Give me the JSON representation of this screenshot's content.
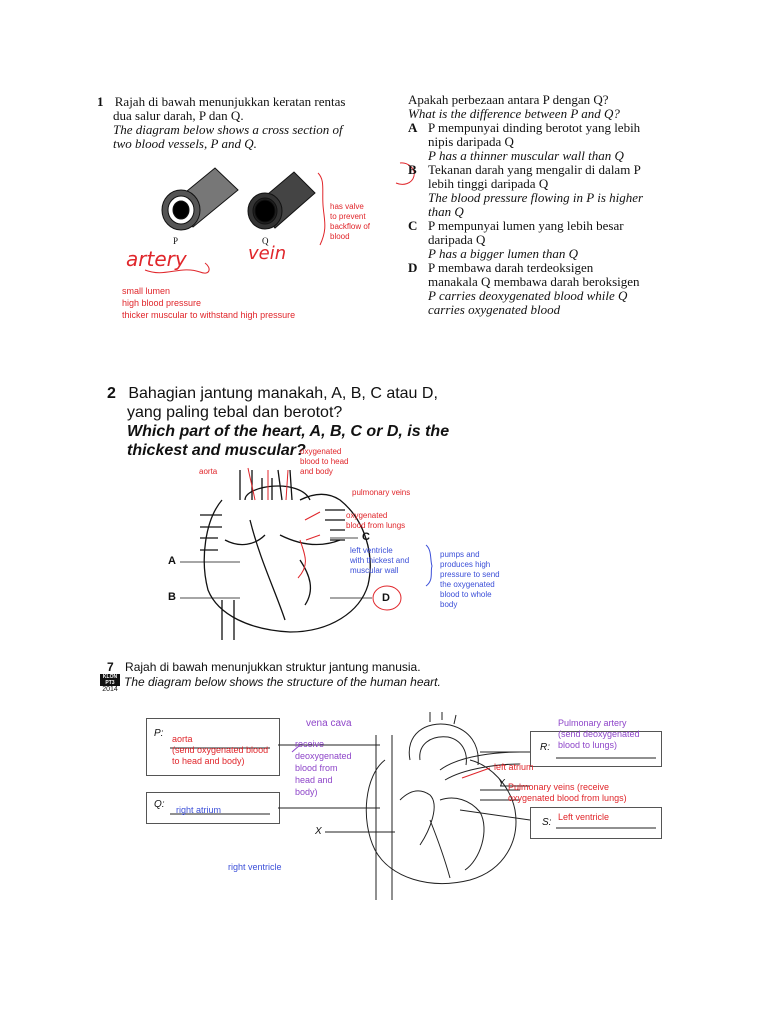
{
  "q1": {
    "number": "1",
    "stem_ms_1": "Rajah di bawah menunjukkan keratan rentas",
    "stem_ms_2": "dua salur darah, P dan Q.",
    "stem_en_1": "The diagram below shows a cross section of",
    "stem_en_2": "two blood vessels, P and Q.",
    "label_p": "P",
    "label_q": "Q",
    "hand_artery": "artery",
    "hand_vein": "vein",
    "note_valve": [
      "has valve",
      "to prevent",
      "backflow of",
      "blood"
    ],
    "note_artery": [
      "small lumen",
      "high blood pressure",
      "thicker muscular to withstand high pressure"
    ],
    "question_ms": "Apakah perbezaan antara P dengan Q?",
    "question_en": "What is the difference between P and Q?",
    "options": [
      {
        "letter": "A",
        "ms_1": "P mempunyai dinding berotot yang lebih",
        "ms_2": "nipis daripada Q",
        "en_1": "P has a thinner muscular wall than Q",
        "en_2": ""
      },
      {
        "letter": "B",
        "ms_1": "Tekanan darah yang mengalir di dalam P",
        "ms_2": "lebih tinggi daripada Q",
        "en_1": "The blood pressure flowing in P is higher",
        "en_2": "than Q"
      },
      {
        "letter": "C",
        "ms_1": "P mempunyai lumen yang lebih besar",
        "ms_2": "daripada Q",
        "en_1": "P has a bigger lumen than Q",
        "en_2": ""
      },
      {
        "letter": "D",
        "ms_1": "P membawa darah terdeoksigen",
        "ms_2": "manakala Q membawa darah beroksigen",
        "en_1": "P carries deoxygenated blood while Q",
        "en_2": "carries oxygenated blood"
      }
    ]
  },
  "q2": {
    "number": "2",
    "stem_ms_1": "Bahagian jantung manakah, A, B, C atau D,",
    "stem_ms_2": "yang paling tebal dan berotot?",
    "stem_en_1": "Which part of the heart, A, B, C or D, is the",
    "stem_en_2": "thickest and muscular?",
    "label_a": "A",
    "label_b": "B",
    "label_c": "C",
    "label_d": "D",
    "ann_oxy_head": [
      "oxygenated",
      "blood to head",
      "and body"
    ],
    "ann_aorta": "aorta",
    "ann_pulm_veins": "pulmonary veins",
    "ann_oxy_lungs": [
      "oxygenated",
      "blood from lungs"
    ],
    "ann_left_ventricle": [
      "left ventricle",
      "with thickest and",
      "muscular wall"
    ],
    "ann_pumps": [
      "pumps and",
      "produces high",
      "pressure to send",
      "the oxygenated",
      "blood to whole",
      "body"
    ]
  },
  "q7": {
    "number": "7",
    "badge_top": "KLON",
    "badge_mid": "PT3",
    "badge_year": "2014",
    "stem_ms": "Rajah di bawah menunjukkan struktur jantung manusia.",
    "stem_en": "The diagram below shows the structure of the human heart.",
    "p_label": "P:",
    "p_answer": "aorta",
    "p_note": [
      "(send oxygenated blood",
      "to head and body)"
    ],
    "q_label": "Q:",
    "q_answer": "right atrium",
    "r_label": "R:",
    "r_answer": "Pulmonary artery",
    "r_note": [
      "(send deoxygenated",
      "blood to lungs)"
    ],
    "s_label": "S:",
    "s_answer": "Left ventricle",
    "x_label": "X",
    "y_label": "Y",
    "vena_cava": "vena cava",
    "receive_note": [
      "receive",
      "deoxygenated",
      "blood from",
      "head and",
      "body)"
    ],
    "left_atrium": "left atrium",
    "pulm_veins_note": [
      "Pulmonary veins (receive",
      "oxygenated blood from lungs)"
    ],
    "right_ventricle": "right ventricle"
  }
}
